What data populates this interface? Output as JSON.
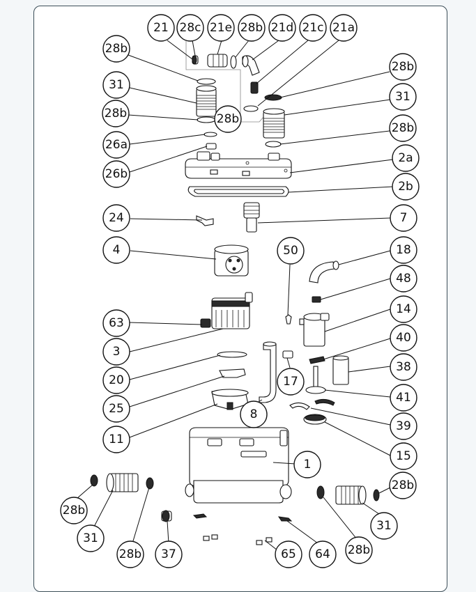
{
  "diagram": {
    "type": "exploded-parts-view",
    "callouts": [
      {
        "id": "c-21",
        "label": "21"
      },
      {
        "id": "c-28c",
        "label": "28c"
      },
      {
        "id": "c-21e",
        "label": "21e"
      },
      {
        "id": "c-28b-top",
        "label": "28b"
      },
      {
        "id": "c-21d",
        "label": "21d"
      },
      {
        "id": "c-21c",
        "label": "21c"
      },
      {
        "id": "c-21a",
        "label": "21a"
      },
      {
        "id": "c-28b-l1",
        "label": "28b"
      },
      {
        "id": "c-31-l",
        "label": "31"
      },
      {
        "id": "c-28b-l2",
        "label": "28b"
      },
      {
        "id": "c-28b-mid",
        "label": "28b"
      },
      {
        "id": "c-26a",
        "label": "26a"
      },
      {
        "id": "c-26b",
        "label": "26b"
      },
      {
        "id": "c-28b-r1",
        "label": "28b"
      },
      {
        "id": "c-31-r",
        "label": "31"
      },
      {
        "id": "c-28b-r2",
        "label": "28b"
      },
      {
        "id": "c-2a",
        "label": "2a"
      },
      {
        "id": "c-2b",
        "label": "2b"
      },
      {
        "id": "c-24",
        "label": "24"
      },
      {
        "id": "c-7",
        "label": "7"
      },
      {
        "id": "c-4",
        "label": "4"
      },
      {
        "id": "c-50",
        "label": "50"
      },
      {
        "id": "c-18",
        "label": "18"
      },
      {
        "id": "c-48",
        "label": "48"
      },
      {
        "id": "c-14",
        "label": "14"
      },
      {
        "id": "c-63",
        "label": "63"
      },
      {
        "id": "c-40",
        "label": "40"
      },
      {
        "id": "c-3",
        "label": "3"
      },
      {
        "id": "c-38",
        "label": "38"
      },
      {
        "id": "c-20",
        "label": "20"
      },
      {
        "id": "c-17",
        "label": "17"
      },
      {
        "id": "c-41",
        "label": "41"
      },
      {
        "id": "c-25",
        "label": "25"
      },
      {
        "id": "c-8",
        "label": "8"
      },
      {
        "id": "c-39",
        "label": "39"
      },
      {
        "id": "c-11",
        "label": "11"
      },
      {
        "id": "c-15",
        "label": "15"
      },
      {
        "id": "c-1",
        "label": "1"
      },
      {
        "id": "c-28b-br",
        "label": "28b"
      },
      {
        "id": "c-28b-bl1",
        "label": "28b"
      },
      {
        "id": "c-31-br",
        "label": "31"
      },
      {
        "id": "c-31-bl",
        "label": "31"
      },
      {
        "id": "c-28b-bl2",
        "label": "28b"
      },
      {
        "id": "c-37",
        "label": "37"
      },
      {
        "id": "c-65",
        "label": "65"
      },
      {
        "id": "c-64",
        "label": "64"
      },
      {
        "id": "c-28b-bm",
        "label": "28b"
      }
    ]
  },
  "colors": {
    "ink": "#111111",
    "frame": "#3b4d57",
    "background": "#f4f7f9"
  }
}
